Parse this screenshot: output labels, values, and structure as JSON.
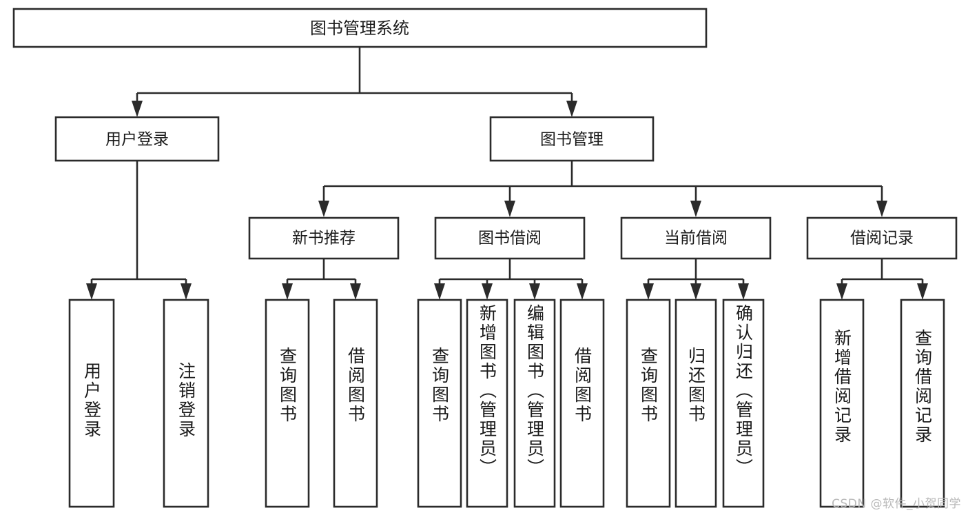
{
  "diagram": {
    "type": "tree",
    "title": "图书管理系统",
    "orientation": "top-down",
    "root": {
      "id": "root",
      "label": "图书管理系统"
    },
    "level2": [
      {
        "id": "user-login",
        "label": "用户登录"
      },
      {
        "id": "book-manage",
        "label": "图书管理"
      }
    ],
    "level3": [
      {
        "id": "new-book-recommend",
        "label": "新书推荐",
        "parent": "book-manage"
      },
      {
        "id": "book-borrow",
        "label": "图书借阅",
        "parent": "book-manage"
      },
      {
        "id": "current-borrow",
        "label": "当前借阅",
        "parent": "book-manage"
      },
      {
        "id": "borrow-record",
        "label": "借阅记录",
        "parent": "book-manage"
      }
    ],
    "leaves": [
      {
        "id": "leaf-user-login",
        "label": "用户登录",
        "parent": "user-login"
      },
      {
        "id": "leaf-user-logout",
        "label": "注销登录",
        "parent": "user-login"
      },
      {
        "id": "leaf-query-book-1",
        "label": "查询图书",
        "parent": "new-book-recommend"
      },
      {
        "id": "leaf-borrow-book-1",
        "label": "借阅图书",
        "parent": "new-book-recommend"
      },
      {
        "id": "leaf-query-book-2",
        "label": "查询图书",
        "parent": "book-borrow"
      },
      {
        "id": "leaf-add-book",
        "label": "新增图书（管理员）",
        "parent": "book-borrow"
      },
      {
        "id": "leaf-edit-book",
        "label": "编辑图书（管理员）",
        "parent": "book-borrow"
      },
      {
        "id": "leaf-borrow-book-2",
        "label": "借阅图书",
        "parent": "book-borrow"
      },
      {
        "id": "leaf-query-book-3",
        "label": "查询图书",
        "parent": "current-borrow"
      },
      {
        "id": "leaf-return-book",
        "label": "归还图书",
        "parent": "current-borrow"
      },
      {
        "id": "leaf-confirm-return",
        "label": "确认归还（管理员）",
        "parent": "current-borrow"
      },
      {
        "id": "leaf-add-record",
        "label": "新增借阅记录",
        "parent": "borrow-record"
      },
      {
        "id": "leaf-query-record",
        "label": "查询借阅记录",
        "parent": "borrow-record"
      }
    ]
  },
  "watermark": {
    "text": "CSDN @软件_小贺同学"
  },
  "colors": {
    "stroke": "#2b2b2b",
    "fill": "#ffffff",
    "text": "#1a1a1a",
    "watermark": "#b9b9b9"
  }
}
